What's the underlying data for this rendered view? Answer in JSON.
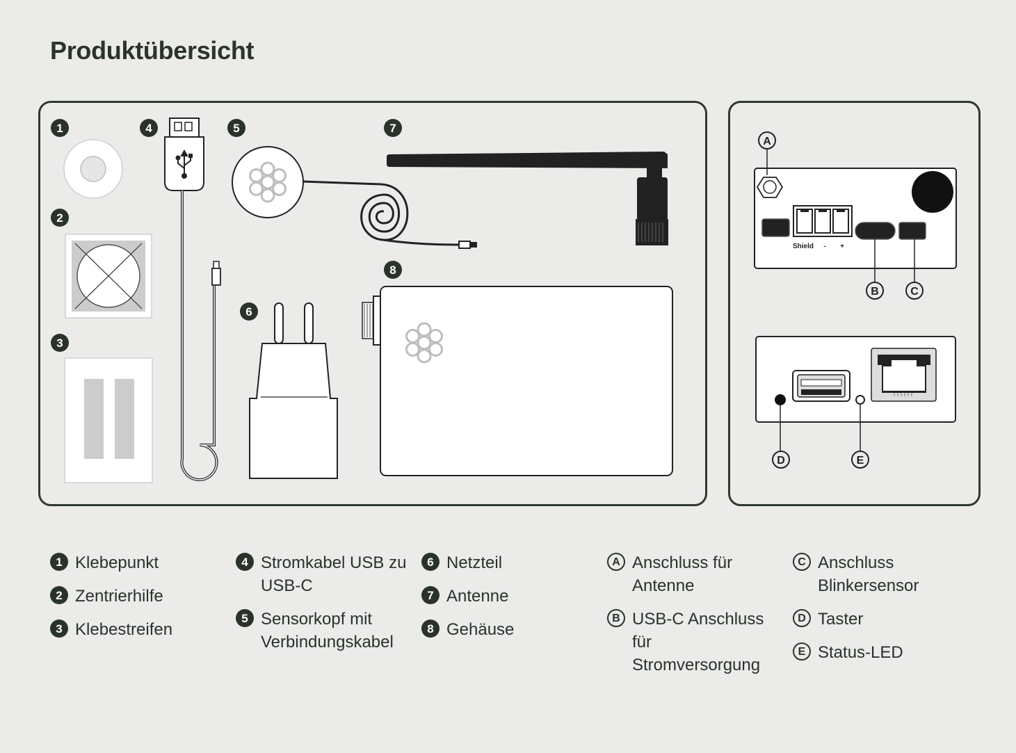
{
  "title": "Produktübersicht",
  "callouts": {
    "n1": "1",
    "n2": "2",
    "n3": "3",
    "n4": "4",
    "n5": "5",
    "n6": "6",
    "n7": "7",
    "n8": "8",
    "a": "A",
    "b": "B",
    "c": "C",
    "d": "D",
    "e": "E"
  },
  "port_labels": {
    "shield": "Shield",
    "minus": "-",
    "plus": "+"
  },
  "legend": {
    "col1": [
      {
        "key": "1",
        "text": "Klebepunkt"
      },
      {
        "key": "2",
        "text": "Zentrierhilfe"
      },
      {
        "key": "3",
        "text": "Klebestreifen"
      }
    ],
    "col2": [
      {
        "key": "4",
        "text": "Stromkabel USB zu USB-C"
      },
      {
        "key": "5",
        "text": "Sensorkopf mit Verbindungskabel"
      }
    ],
    "col3": [
      {
        "key": "6",
        "text": "Netzteil"
      },
      {
        "key": "7",
        "text": "Antenne"
      },
      {
        "key": "8",
        "text": "Gehäuse"
      }
    ],
    "col4": [
      {
        "key": "A",
        "text": "Anschluss für Antenne"
      },
      {
        "key": "B",
        "text": "USB-C Anschluss für Stromversorgung"
      }
    ],
    "col5": [
      {
        "key": "C",
        "text": "Anschluss Blinkersensor"
      },
      {
        "key": "D",
        "text": "Taster"
      },
      {
        "key": "E",
        "text": "Status-LED"
      }
    ]
  },
  "colors": {
    "background": "#ebebea",
    "ink": "#2a322c",
    "strip": "#cccccc"
  }
}
